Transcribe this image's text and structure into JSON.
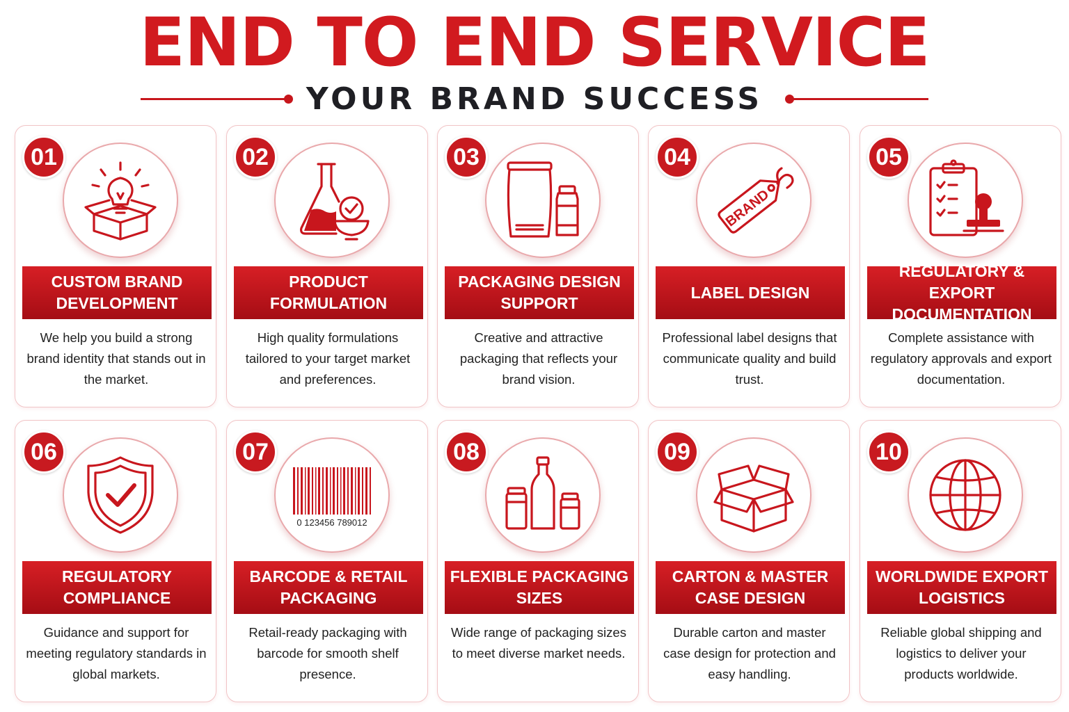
{
  "header": {
    "title": "END TO END SERVICE",
    "subtitle": "YOUR BRAND SUCCESS"
  },
  "colors": {
    "accent": "#c8161d",
    "banner_dark": "#a50d14",
    "text": "#222222"
  },
  "cards": [
    {
      "number": "01",
      "title": "CUSTOM BRAND DEVELOPMENT",
      "description": "We help you build a strong brand identity that stands out in the market.",
      "icon": "lightbulb-box-icon"
    },
    {
      "number": "02",
      "title": "PRODUCT FORMULATION",
      "description": "High quality formulations tailored to your target market and preferences.",
      "icon": "flask-bowl-icon"
    },
    {
      "number": "03",
      "title": "PACKAGING DESIGN SUPPORT",
      "description": "Creative and attractive packaging that reflects your brand vision.",
      "icon": "pouch-bottle-icon"
    },
    {
      "number": "04",
      "title": "LABEL DESIGN",
      "description": "Professional label designs that communicate quality and build trust.",
      "icon": "brand-tag-icon",
      "tag_text": "BRAND"
    },
    {
      "number": "05",
      "title": "REGULATORY & EXPORT DOCUMENTATION",
      "description": "Complete assistance with regulatory approvals and export documentation.",
      "icon": "clipboard-stamp-icon"
    },
    {
      "number": "06",
      "title": "REGULATORY COMPLIANCE",
      "description": "Guidance and support for meeting regulatory standards in global markets.",
      "icon": "shield-check-icon"
    },
    {
      "number": "07",
      "title": "BARCODE & RETAIL PACKAGING",
      "description": "Retail-ready packaging with barcode for smooth shelf presence.",
      "icon": "barcode-icon",
      "barcode_text": "0  123456  789012"
    },
    {
      "number": "08",
      "title": "FLEXIBLE PACKAGING SIZES",
      "description": "Wide range of packaging sizes to meet diverse market needs.",
      "icon": "bottles-icon"
    },
    {
      "number": "09",
      "title": "CARTON & MASTER CASE DESIGN",
      "description": "Durable carton and master case design for protection and easy handling.",
      "icon": "open-carton-icon"
    },
    {
      "number": "10",
      "title": "WORLDWIDE EXPORT LOGISTICS",
      "description": "Reliable global shipping and logistics to deliver your products worldwide.",
      "icon": "globe-icon"
    }
  ]
}
